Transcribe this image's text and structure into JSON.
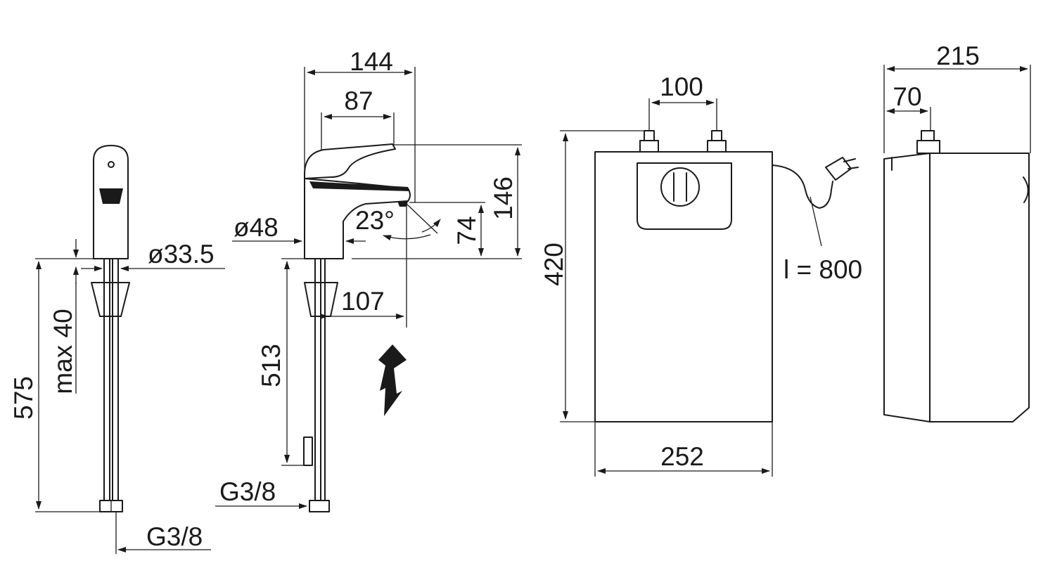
{
  "dimensions": {
    "tap_front": {
      "body_diameter": "ø33.5",
      "max_thickness": "max 40",
      "total_height": "575",
      "connection_thread": "G3/8"
    },
    "tap_side": {
      "overall_depth": "144",
      "lever_depth": "87",
      "height": "146",
      "spout_height": "74",
      "spout_angle": "23°",
      "base_diameter": "ø48",
      "spout_reach": "107",
      "hose_length": "513",
      "connection_thread": "G3/8"
    },
    "heater_front": {
      "connection_spacing": "100",
      "height": "420",
      "width": "252",
      "cable_length": "l = 800"
    },
    "heater_side": {
      "depth": "215",
      "connection_offset": "70"
    }
  },
  "symbols": {
    "electric": "lightning-icon",
    "plug": "plug-icon",
    "thermostat": "thermostat-knob-icon"
  }
}
